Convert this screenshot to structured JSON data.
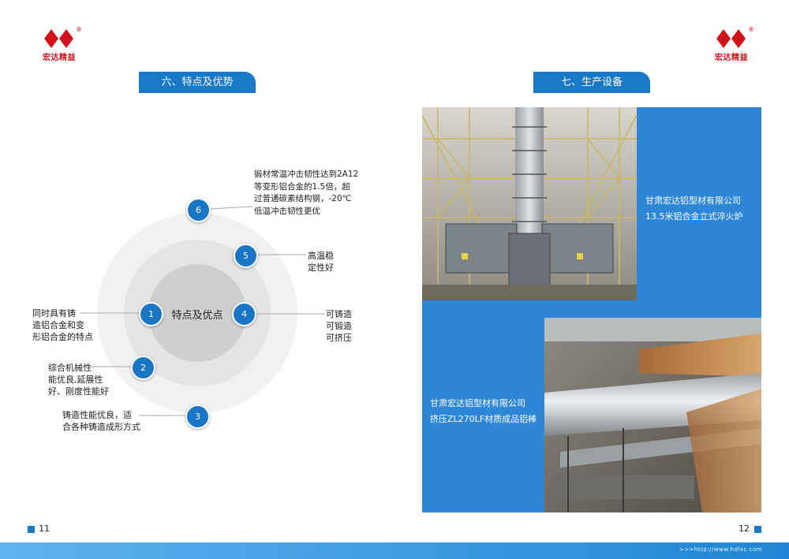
{
  "brand": {
    "name": "宏达精益",
    "reg_mark": "®",
    "color": "#d0121b"
  },
  "left_page": {
    "section_title": "六、特点及优势",
    "center_label": "特点及优点",
    "nodes": [
      {
        "num": "1",
        "text": "同时具有铸\n造铝合金和变\n形铝合金的特点"
      },
      {
        "num": "2",
        "text": "综合机械性\n能优良,延展性\n好、刚度性能好"
      },
      {
        "num": "3",
        "text": "铸造性能优良，适\n合各种铸造成形方式"
      },
      {
        "num": "4",
        "text": "可铸造\n可锻造\n可挤压"
      },
      {
        "num": "5",
        "text": "高温稳\n定性好"
      },
      {
        "num": "6",
        "text": "锻材常温冲击韧性达到2A12\n等变形铝合金的1.5倍，超\n过普通碳素结构钢，-20℃\n低温冲击韧性更优"
      }
    ],
    "page_number": "11"
  },
  "right_page": {
    "section_title": "七、生产设备",
    "photo1": {
      "caption_line1": "甘肃宏达铝型材有限公司",
      "caption_line2": "13.5米铝合金立式淬火炉"
    },
    "photo2": {
      "caption_line1": "甘肃宏达铝型材有限公司",
      "caption_line2": "挤压ZL270LF材质成品铝棒"
    },
    "page_number": "12"
  },
  "footer": {
    "url": ">>>http://www.hdlxc.com"
  },
  "colors": {
    "accent_blue": "#1a78c8",
    "node_blue": "#1a75c4"
  }
}
